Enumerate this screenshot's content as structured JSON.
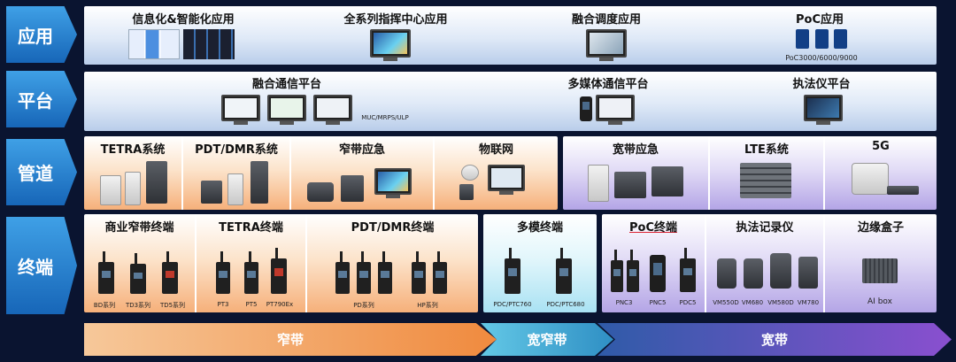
{
  "layers": {
    "application": "应用",
    "platform": "平台",
    "pipeline": "管道",
    "terminal": "终端"
  },
  "application": {
    "info": "信息化&智能化应用",
    "command": "全系列指挥中心应用",
    "dispatch": "融合调度应用",
    "poc": "PoC应用",
    "poc_models": "PoC3000/6000/9000"
  },
  "platform": {
    "fusion": "融合通信平台",
    "fusion_models": "MUC/MRPS/ULP",
    "multimedia": "多媒体通信平台",
    "law": "执法仪平台"
  },
  "pipeline": {
    "tetra": "TETRA系统",
    "pdt": "PDT/DMR系统",
    "narrow_emergency": "窄带应急",
    "iot": "物联网",
    "broad_emergency": "宽带应急",
    "lte": "LTE系统",
    "fiveg": "5G"
  },
  "terminal": {
    "commercial": "商业窄带终端",
    "commercial_models": [
      "BD系列",
      "TD3系列",
      "TD5系列"
    ],
    "tetra": "TETRA终端",
    "tetra_models": [
      "PT3",
      "PT5",
      "PT790Ex"
    ],
    "pdt": "PDT/DMR终端",
    "pdt_models": [
      "PD系列",
      "HP系列"
    ],
    "multimode": "多模终端",
    "multimode_models": [
      "PDC/PTC760",
      "PDC/PTC680"
    ],
    "poc": "PoC终端",
    "poc_models": [
      "PNC3",
      "PNC5",
      "PDC5"
    ],
    "recorder": "执法记录仪",
    "recorder_models": [
      "VM550D",
      "VM680",
      "VM580D",
      "VM780"
    ],
    "edge": "边缘盒子",
    "edge_models": [
      "AI box"
    ]
  },
  "bands": {
    "narrow": "窄带",
    "mixed": "宽窄带",
    "broad": "宽带"
  },
  "colors": {
    "arrow": "#1f7fcf",
    "narrow_band": "#f4a15a",
    "mixed_band": "#46b8dc",
    "broad_band": "#7b52c9"
  }
}
